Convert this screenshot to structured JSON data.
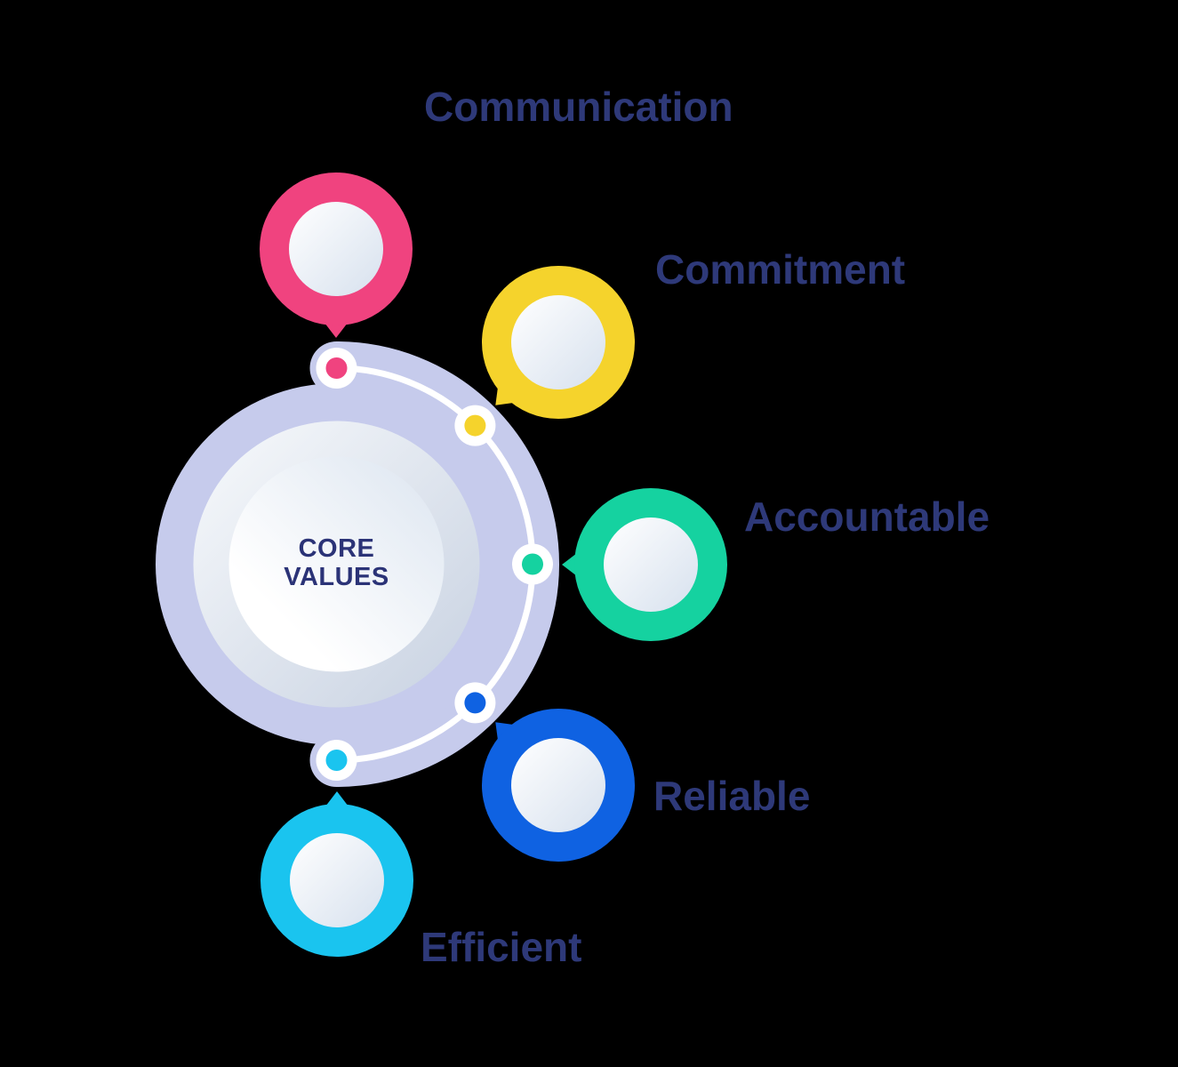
{
  "center": {
    "title_line1": "CORE",
    "title_line2": "VALUES",
    "title_color": "#2B3377"
  },
  "values": [
    {
      "label": "Communication",
      "color": "#F0437F"
    },
    {
      "label": "Commitment",
      "color": "#F5D32C"
    },
    {
      "label": "Accountable",
      "color": "#15D2A0"
    },
    {
      "label": "Reliable",
      "color": "#0F62E2"
    },
    {
      "label": "Efficient",
      "color": "#1AC4EF"
    }
  ],
  "colors": {
    "orbit_ring": "#C6CBEC",
    "orbit_arc": "#FFFFFF",
    "node_ring": "#FFFFFF",
    "label_text": "#2E3979",
    "background": "#000000"
  }
}
